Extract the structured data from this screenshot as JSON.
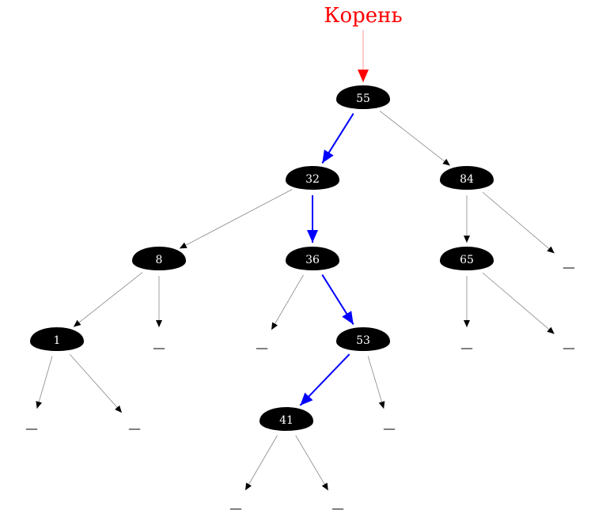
{
  "root_label": "Корень",
  "colors": {
    "root_label": "#ff0000",
    "root_arrow": "#ff0000",
    "node_fill": "#000000",
    "node_text": "#ffffff",
    "edge": "#000000",
    "highlight_edge": "#0000ff"
  },
  "nodes": [
    {
      "id": "n55",
      "label": "55"
    },
    {
      "id": "n32",
      "label": "32"
    },
    {
      "id": "n84",
      "label": "84"
    },
    {
      "id": "n8",
      "label": "8"
    },
    {
      "id": "n36",
      "label": "36"
    },
    {
      "id": "n65",
      "label": "65"
    },
    {
      "id": "n1",
      "label": "1"
    },
    {
      "id": "n53",
      "label": "53"
    },
    {
      "id": "n41",
      "label": "41"
    }
  ],
  "null_marker": "__",
  "edges": [
    {
      "from": "n55",
      "to": "n32",
      "highlight": true
    },
    {
      "from": "n55",
      "to": "n84",
      "highlight": false
    },
    {
      "from": "n32",
      "to": "n8",
      "highlight": false
    },
    {
      "from": "n32",
      "to": "n36",
      "highlight": true
    },
    {
      "from": "n84",
      "to": "n65",
      "highlight": false
    },
    {
      "from": "n84",
      "to": "null-84-right",
      "highlight": false
    },
    {
      "from": "n8",
      "to": "n1",
      "highlight": false
    },
    {
      "from": "n8",
      "to": "null-8-right",
      "highlight": false
    },
    {
      "from": "n36",
      "to": "null-36-left",
      "highlight": false
    },
    {
      "from": "n36",
      "to": "n53",
      "highlight": true
    },
    {
      "from": "n65",
      "to": "null-65-left",
      "highlight": false
    },
    {
      "from": "n65",
      "to": "null-65-right",
      "highlight": false
    },
    {
      "from": "n1",
      "to": "null-1-left",
      "highlight": false
    },
    {
      "from": "n1",
      "to": "null-1-right",
      "highlight": false
    },
    {
      "from": "n53",
      "to": "n41",
      "highlight": true
    },
    {
      "from": "n53",
      "to": "null-53-right",
      "highlight": false
    },
    {
      "from": "n41",
      "to": "null-41-left",
      "highlight": false
    },
    {
      "from": "n41",
      "to": "null-41-right",
      "highlight": false
    }
  ],
  "nulls": [
    {
      "id": "null-84-right"
    },
    {
      "id": "null-8-right"
    },
    {
      "id": "null-36-left"
    },
    {
      "id": "null-65-left"
    },
    {
      "id": "null-65-right"
    },
    {
      "id": "null-1-left"
    },
    {
      "id": "null-1-right"
    },
    {
      "id": "null-53-right"
    },
    {
      "id": "null-41-left"
    },
    {
      "id": "null-41-right"
    }
  ]
}
